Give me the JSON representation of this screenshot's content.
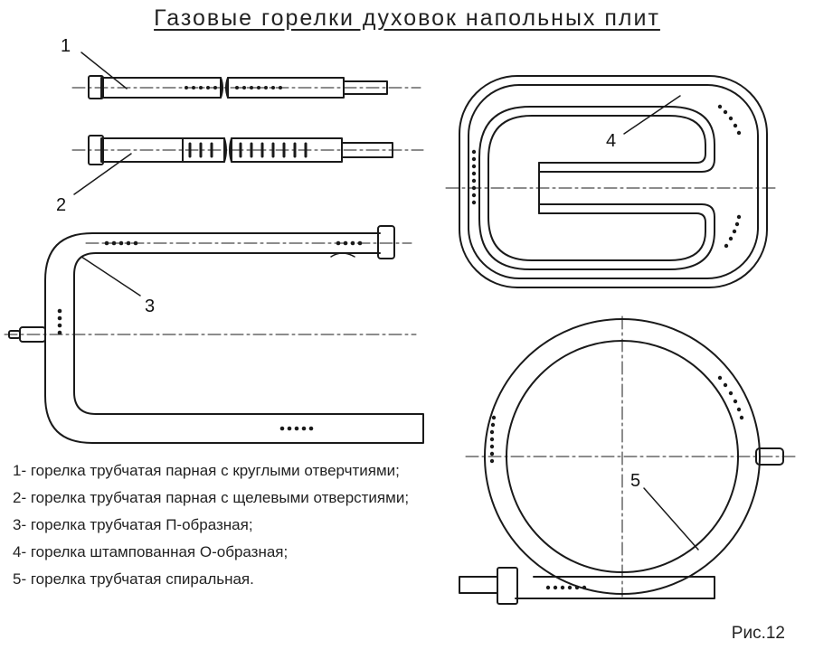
{
  "title": "Газовые горелки духовок напольных плит",
  "callouts": {
    "c1": "1",
    "c2": "2",
    "c3": "3",
    "c4": "4",
    "c5": "5"
  },
  "legend": [
    "1- горелка трубчатая парная с круглыми отверчтиями;",
    "2- горелка трубчатая парная с щелевыми отверстиями;",
    "3- горелка трубчатая П-образная;",
    "4- горелка штампованная О-образная;",
    "5- горелка трубчатая спиральная."
  ],
  "figure_label": "Рис.12",
  "colors": {
    "ink": "#1a1a1a",
    "background": "#ffffff"
  }
}
